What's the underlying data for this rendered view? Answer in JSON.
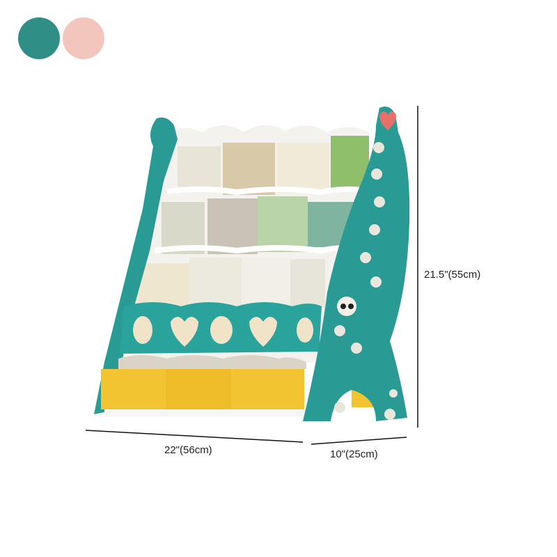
{
  "color_options": [
    {
      "name": "teal",
      "hex": "#2f8f87"
    },
    {
      "name": "pink",
      "hex": "#f2c5bd"
    }
  ],
  "product_colors": {
    "frame": "#2a9a94",
    "bins": "#f3c431",
    "shelf": "#f4f2ee",
    "accent": "#e8706a"
  },
  "dimensions": {
    "width": "22\"(56cm)",
    "depth": "10\"(25cm)",
    "height": "21.5\"(55cm)"
  }
}
